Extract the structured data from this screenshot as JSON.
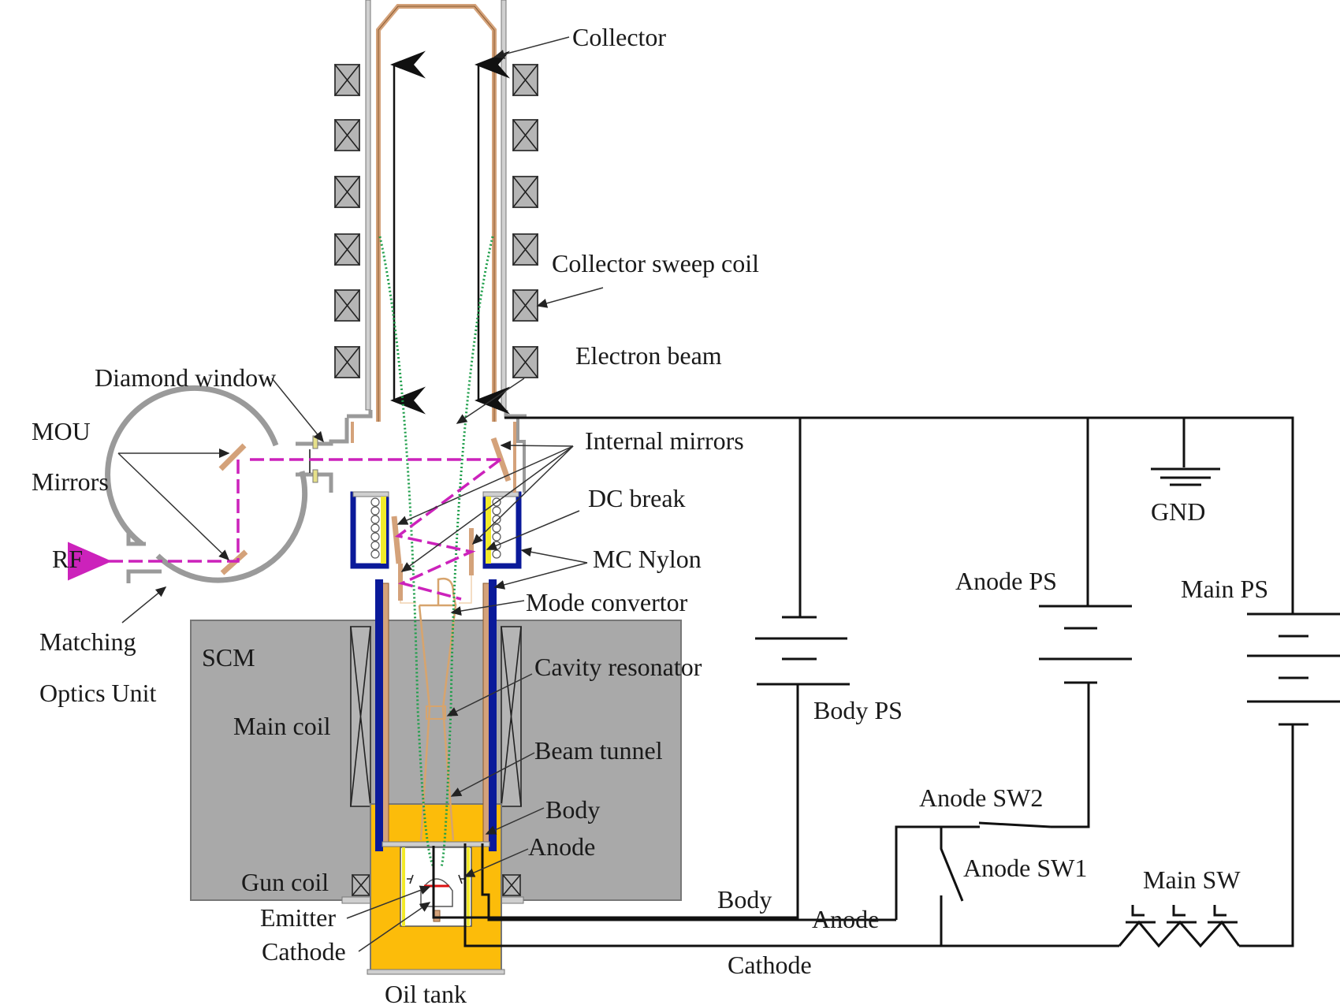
{
  "figure": {
    "title": "Gyrotron system schematic",
    "colors": {
      "collector": "#d4a27a",
      "mc_nylon": "#0a1a9a",
      "oil": "#fcbc0a",
      "dc_break": "#f2ea2a",
      "rf_path": "#cc22bb",
      "electron_beam": "#1e9e4a",
      "scm": "#a9a9a9",
      "wall": "#bdbdbd"
    },
    "labels": {
      "collector": "Collector",
      "collector_sweep_coil": "Collector sweep coil",
      "electron_beam": "Electron beam",
      "diamond_window": "Diamond window",
      "mou": "MOU",
      "mirrors": "Mirrors",
      "rf": "RF",
      "matching": "Matching",
      "optics_unit": "Optics Unit",
      "internal_mirrors": "Internal mirrors",
      "dc_break": "DC break",
      "mc_nylon": "MC Nylon",
      "mode_convertor": "Mode convertor",
      "scm": "SCM",
      "cavity_resonator": "Cavity resonator",
      "main_coil": "Main coil",
      "beam_tunnel": "Beam tunnel",
      "body": "Body",
      "anode": "Anode",
      "gun_coil": "Gun coil",
      "emitter": "Emitter",
      "cathode": "Cathode",
      "oil_tank": "Oil tank"
    },
    "circuit": {
      "gnd": "GND",
      "anode_ps": "Anode PS",
      "main_ps": "Main PS",
      "body_ps": "Body PS",
      "anode_sw2": "Anode SW2",
      "anode_sw1": "Anode SW1",
      "main_sw": "Main SW",
      "wire_body": "Body",
      "wire_anode": "Anode",
      "wire_cathode": "Cathode"
    }
  }
}
